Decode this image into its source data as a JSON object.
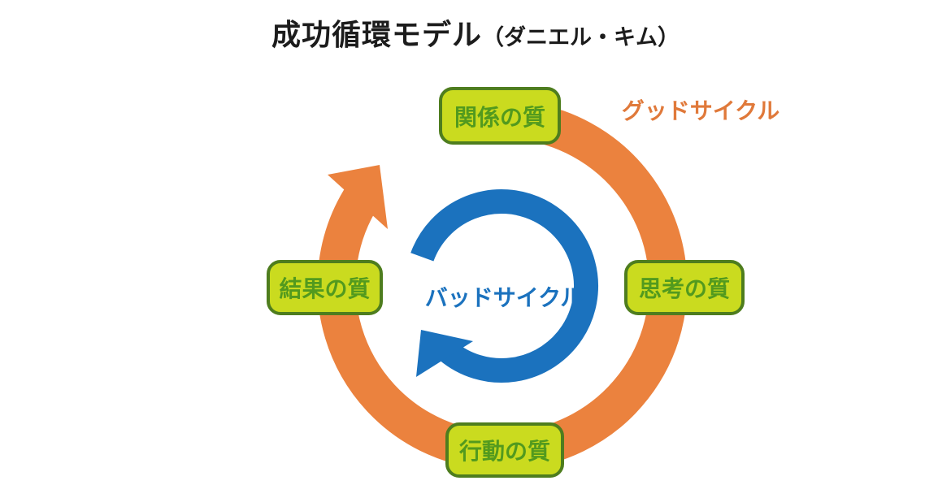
{
  "title": {
    "text": "成功循環モデル",
    "subtitle": "（ダニエル・キム）"
  },
  "outer_cycle": {
    "label": "グッドサイクル",
    "direction": "clockwise"
  },
  "inner_cycle": {
    "label": "バッドサイクル",
    "direction": "clockwise"
  },
  "nodes": [
    {
      "label": "関係の質",
      "position": "top"
    },
    {
      "label": "思考の質",
      "position": "right"
    },
    {
      "label": "行動の質",
      "position": "bottom"
    },
    {
      "label": "結果の質",
      "position": "left"
    }
  ],
  "colors": {
    "background": "#FFFFFF",
    "title-text": "#1C1C1C",
    "good-cycle": "#EB823E",
    "good-cycle-label": "#E0793A",
    "bad-cycle": "#1B72BE",
    "node-fill": "#CADB1F",
    "node-border": "#4E7D1E",
    "node-text": "#529A1E"
  }
}
